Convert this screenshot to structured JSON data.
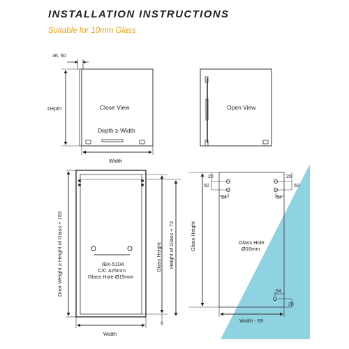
{
  "header": {
    "title": "INSTALLATION INSTRUCTIONS",
    "subtitle": "Suitable for 10mm Glass"
  },
  "colors": {
    "accent": "#e6a21a",
    "glass_triangle": "#8fd3e3"
  },
  "close_view": {
    "label": "Close View",
    "gap_label": "46, 50",
    "depth_label": "Depth",
    "depth_width_label": "Depth ≥ Width",
    "width_label": "Width"
  },
  "open_view": {
    "label": "Open View"
  },
  "front_view": {
    "door_weight_label": "Door Weight ≥ Height of Glass + 163",
    "glass_height_label": "Glass Height",
    "height_glass_label": "Height of Glass + 72",
    "gap_label": "5",
    "model": "IBX-510A",
    "cc": "C/C 425mm",
    "hole": "Glass Hole Ø15mm",
    "width_label": "Width"
  },
  "glass_detail": {
    "glass_height_label": "Glass Height",
    "hole_label_1": "Glass Hole",
    "hole_label_2": "Ø16mm",
    "dim_20": "20",
    "dim_50": "50",
    "dim_54": "54",
    "width_label": "Width - 69"
  }
}
